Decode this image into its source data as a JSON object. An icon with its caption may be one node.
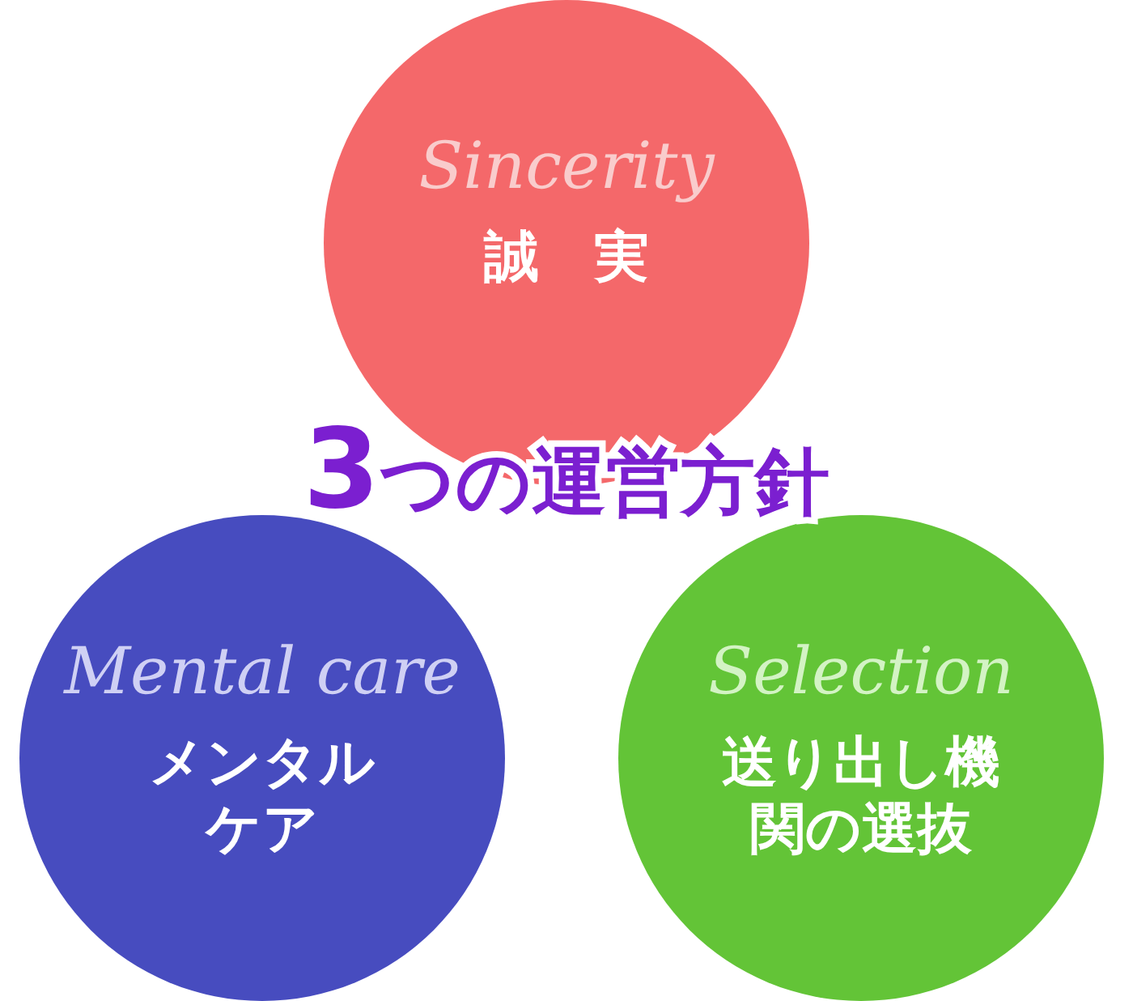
{
  "diagram": {
    "title": "3つの運営方針",
    "nodes": [
      {
        "text": [
          "Sincerity",
          "誠　実"
        ]
      },
      {
        "text": [
          "Mental care",
          "メンタルケア"
        ]
      },
      {
        "text": [
          "Selection",
          "送り出し機関の選抜"
        ]
      }
    ]
  }
}
